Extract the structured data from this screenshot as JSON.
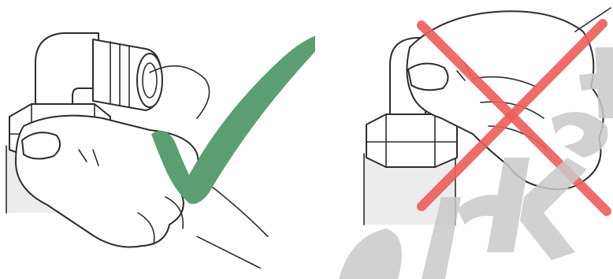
{
  "panels": [
    {
      "id": "correct",
      "verdict": "correct",
      "mark": "check-mark-icon"
    },
    {
      "id": "incorrect",
      "verdict": "incorrect",
      "mark": "cross-mark-icon"
    }
  ],
  "colors": {
    "check": "#5b9e72",
    "cross": "#ee5d5d",
    "outline": "#2d2d2d",
    "shade": "#ececec",
    "watermark": "#c9c9c9"
  },
  "watermark": "market"
}
